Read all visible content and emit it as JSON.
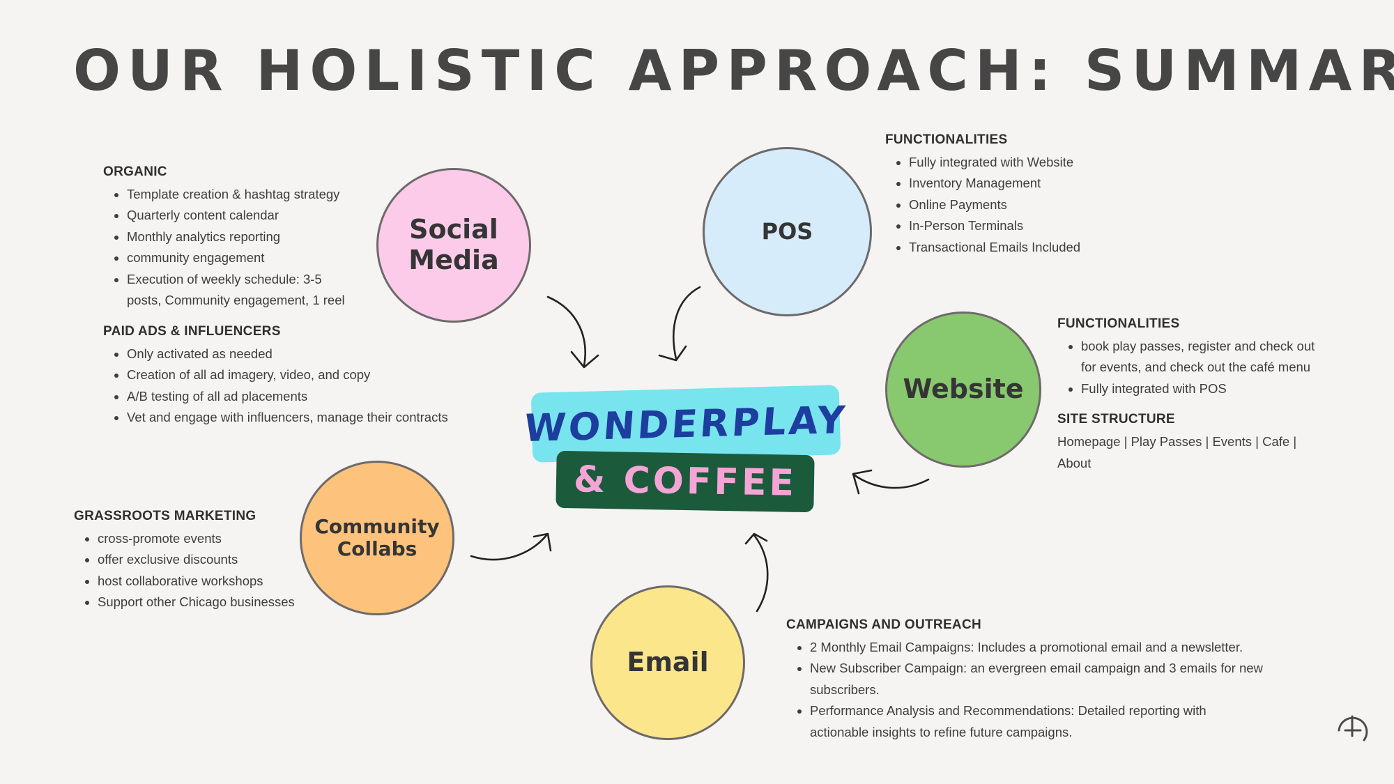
{
  "title": "OUR HOLISTIC APPROACH: SUMMARY",
  "center": {
    "line1": "WONDERPLAY",
    "line2": "& COFFEE"
  },
  "colors": {
    "social": "#fccbe9",
    "pos": "#d6ecfb",
    "website": "#88c96f",
    "community": "#fdc27c",
    "email": "#fce68c",
    "logo_top": "#77e4ee",
    "logo_bottom": "#1c5a3c"
  },
  "nodes": {
    "social_media": "Social\nMedia",
    "pos": "POS",
    "website": "Website",
    "community": "Community\nCollabs",
    "email": "Email"
  },
  "social": {
    "organic": {
      "heading": "ORGANIC",
      "items": [
        "Template creation & hashtag strategy",
        "Quarterly content calendar",
        "Monthly analytics reporting",
        "community engagement",
        "Execution of weekly schedule: 3-5 posts, Community engagement, 1 reel"
      ]
    },
    "paid": {
      "heading": "PAID ADS & INFLUENCERS",
      "items": [
        "Only activated as needed",
        "Creation of all ad imagery, video, and copy",
        "A/B testing of all ad placements",
        "Vet and engage with influencers, manage their contracts"
      ]
    }
  },
  "pos_block": {
    "heading": "FUNCTIONALITIES",
    "items": [
      "Fully integrated with Website",
      "Inventory Management",
      "Online Payments",
      "In-Person Terminals",
      "Transactional Emails Included"
    ]
  },
  "website_block": {
    "heading": "FUNCTIONALITIES",
    "items": [
      "book play passes, register and check out for events, and check out the café menu",
      "Fully integrated with POS"
    ],
    "structure_heading": "SITE STRUCTURE",
    "structure_text": "Homepage | Play Passes | Events | Cafe | About"
  },
  "grassroots": {
    "heading": "GRASSROOTS MARKETING",
    "items": [
      "cross-promote events",
      "offer exclusive discounts",
      "host collaborative workshops",
      "Support other Chicago businesses"
    ]
  },
  "email_block": {
    "heading": "CAMPAIGNS AND OUTREACH",
    "items": [
      "2 Monthly Email Campaigns: Includes a promotional email and a newsletter.",
      "New Subscriber Campaign: an evergreen email campaign and 3 emails for new subscribers.",
      "Performance Analysis and Recommendations: Detailed reporting with actionable insights to refine future campaigns."
    ]
  },
  "icons": {
    "corner": "power-curve-icon"
  }
}
